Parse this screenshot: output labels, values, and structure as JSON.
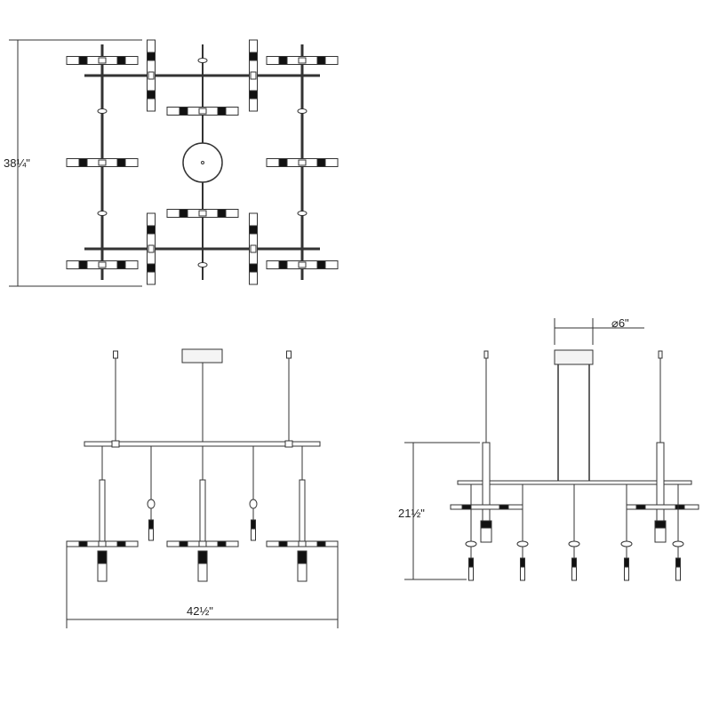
{
  "drawing": {
    "line_color": "#333333",
    "lamp_dark_color": "#111111",
    "views": {
      "top": {
        "dimension_height": "38¼\""
      },
      "front": {
        "dimension_width": "42½\""
      },
      "side": {
        "dimension_height": "21½\"",
        "canopy_diameter": "⌀6\""
      }
    }
  }
}
